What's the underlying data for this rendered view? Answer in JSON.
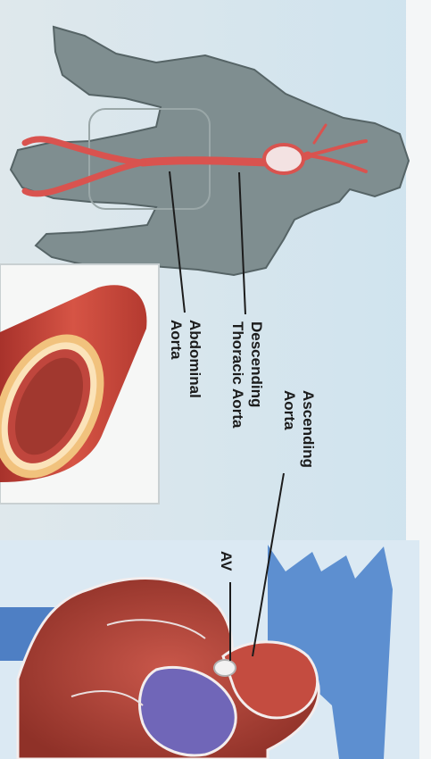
{
  "labels": {
    "ascending": [
      "Ascending",
      "Aorta"
    ],
    "descending": [
      "Descending",
      "Thoracic Aorta"
    ],
    "abdominal": [
      "Abdominal",
      "Aorta"
    ],
    "av": "AV"
  },
  "colors": {
    "background": "#eaf2f6",
    "body": "#7f8e90",
    "aorta": "#d9534f",
    "heart_muscle": "#b5473c",
    "vein": "#4e7fc4",
    "leader_line": "#1c1c1c"
  },
  "icons": [
    "human-body-silhouette",
    "aorta-vessel-cross-section",
    "heart-anatomy"
  ]
}
